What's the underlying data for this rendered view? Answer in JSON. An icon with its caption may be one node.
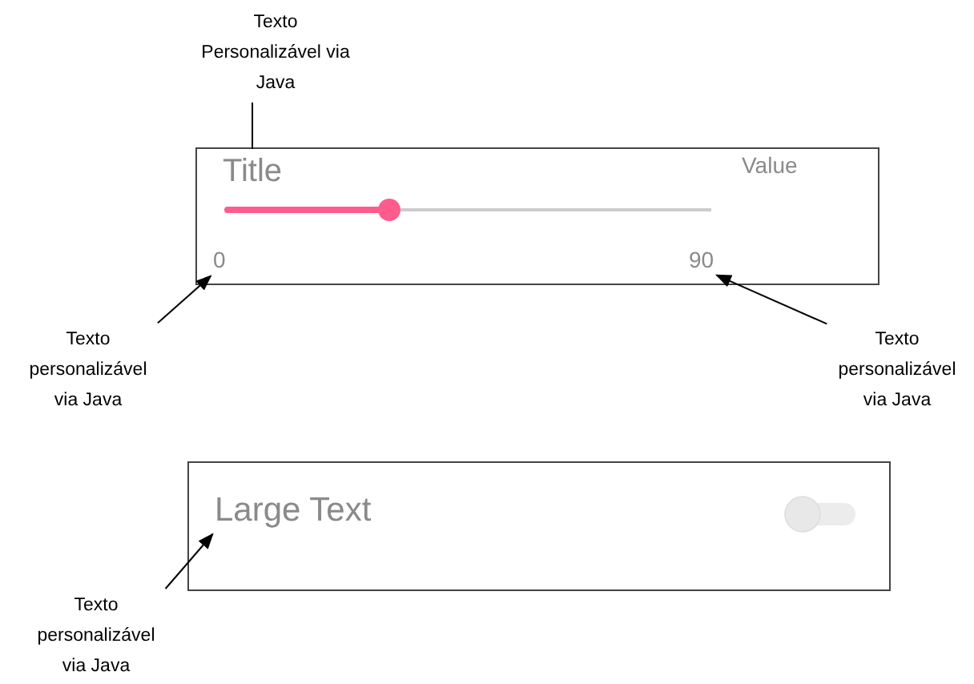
{
  "diagram": {
    "nodes": [
      {
        "text": [
          "Texto Personalizável via Java"
        ]
      },
      {
        "text": [],
        "shape": "box"
      },
      {
        "text": [
          "Title"
        ],
        "in": 1
      },
      {
        "text": [
          "Value"
        ],
        "in": 1
      },
      {
        "text": [
          "0"
        ],
        "in": 1
      },
      {
        "text": [
          "90"
        ],
        "in": 1
      },
      {
        "text": [
          "Texto personalizável via Java"
        ]
      },
      {
        "text": [
          "Texto personalizável via Java"
        ]
      },
      {
        "text": [],
        "shape": "box"
      },
      {
        "text": [
          "Large Text"
        ],
        "in": 8
      },
      {
        "text": [
          "Texto personalizável via Java"
        ]
      }
    ],
    "edges": [
      {
        "from": 0,
        "to": 2,
        "arrow": "none"
      },
      {
        "from": 6,
        "to": 4,
        "arrow": "to"
      },
      {
        "from": 7,
        "to": 5,
        "arrow": "to"
      },
      {
        "from": 10,
        "to": 9,
        "arrow": "to"
      }
    ]
  }
}
